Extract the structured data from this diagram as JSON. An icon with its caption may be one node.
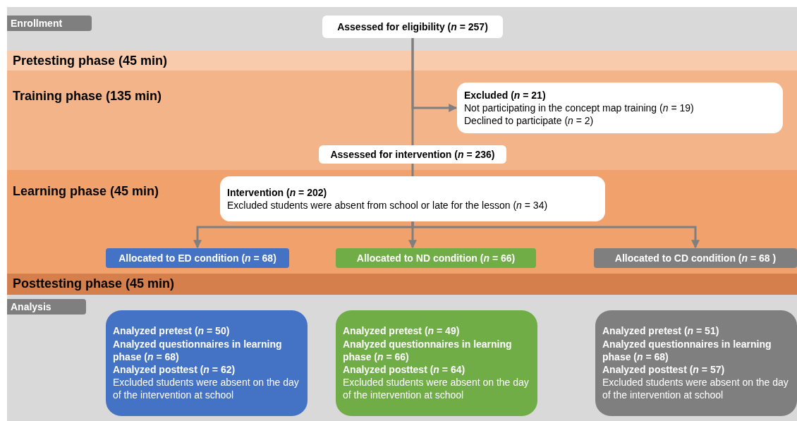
{
  "diagram": {
    "nodes": [
      {
        "text": [
          "Enrollment"
        ]
      },
      {
        "text": [
          "Assessed for eligibility (*n* = 257)"
        ],
        "in": 0
      },
      {
        "text": [
          "Pretesting phase (45 min)"
        ]
      },
      {
        "text": [
          "Training phase (135 min)"
        ]
      },
      {
        "text": [
          "Excluded (*n* = 21)",
          "Not participating in the concept map training (*n* = 19)",
          "Declined to participate (*n* = 2)"
        ],
        "in": 3
      },
      {
        "text": [
          "Assessed for intervention (*n* = 236)"
        ],
        "in": 3
      },
      {
        "text": [
          "Learning phase (45 min)"
        ]
      },
      {
        "text": [
          "Intervention (*n* = 202)",
          "Excluded students were absent from school or late for the lesson (*n* = 34)"
        ],
        "in": 6
      },
      {
        "text": [
          "Allocated to ED condition (*n* = 68)"
        ],
        "in": 6
      },
      {
        "text": [
          "Allocated to ND condition (*n* = 66)"
        ],
        "in": 6
      },
      {
        "text": [
          "Allocated to CD condition (*n* = 68 )"
        ],
        "in": 6
      },
      {
        "text": [
          "Posttesting phase (45 min)"
        ]
      },
      {
        "text": [
          "Analysis"
        ]
      },
      {
        "text": [
          "Analyzed pretest (*n* = 50)",
          "Analyzed questionnaires in learning phase (*n* = 68)",
          "Analyzed posttest (*n* = 62)",
          "Excluded students were absent on the day of the intervention at school"
        ],
        "in": 12
      },
      {
        "text": [
          "Analyzed pretest (*n* = 49)",
          "Analyzed questionnaires in learning phase (*n* = 66)",
          "Analyzed posttest (*n* = 64)",
          "Excluded students were absent on the day of the intervention at school"
        ],
        "in": 12
      },
      {
        "text": [
          "Analyzed pretest (*n* = 51)",
          "Analyzed questionnaires in learning phase (*n* = 68)",
          "Analyzed posttest  (*n* = 57)",
          "Excluded students were absent on the day of the intervention at school"
        ],
        "in": 12
      }
    ],
    "edges": [
      {
        "from": 1,
        "to": 4,
        "arrow": "to"
      },
      {
        "from": 1,
        "to": 5,
        "arrow": "none"
      },
      {
        "from": 5,
        "to": 7,
        "arrow": "none"
      },
      {
        "from": 7,
        "to": 8,
        "arrow": "to"
      },
      {
        "from": 7,
        "to": 9,
        "arrow": "to"
      },
      {
        "from": 7,
        "to": 10,
        "arrow": "to"
      }
    ]
  }
}
